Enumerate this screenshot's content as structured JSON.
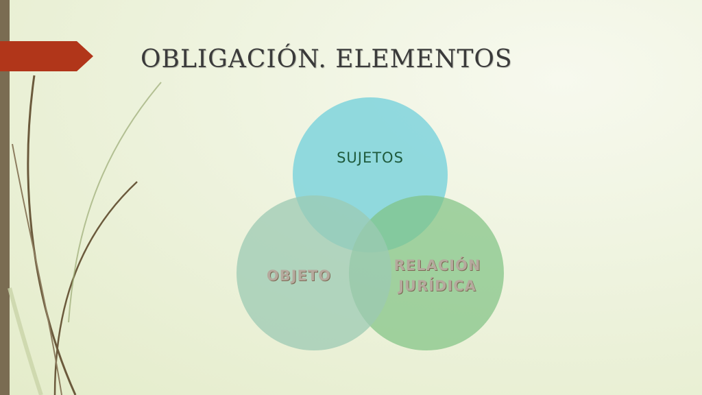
{
  "slide": {
    "title": "OBLIGACIÓN. ELEMENTOS"
  },
  "diagram": {
    "type": "venn",
    "circles": [
      {
        "label": "SUJETOS",
        "color": "#7fd3dc"
      },
      {
        "label": "OBJETO",
        "color": "#9ccab3"
      },
      {
        "label": "RELACIÓN\nJURÍDICA",
        "color": "#8fcf8f"
      }
    ]
  },
  "colors": {
    "left_bar": "#7a6c52",
    "title_flag": "#b1361a",
    "stems": "#6b5a3c"
  }
}
